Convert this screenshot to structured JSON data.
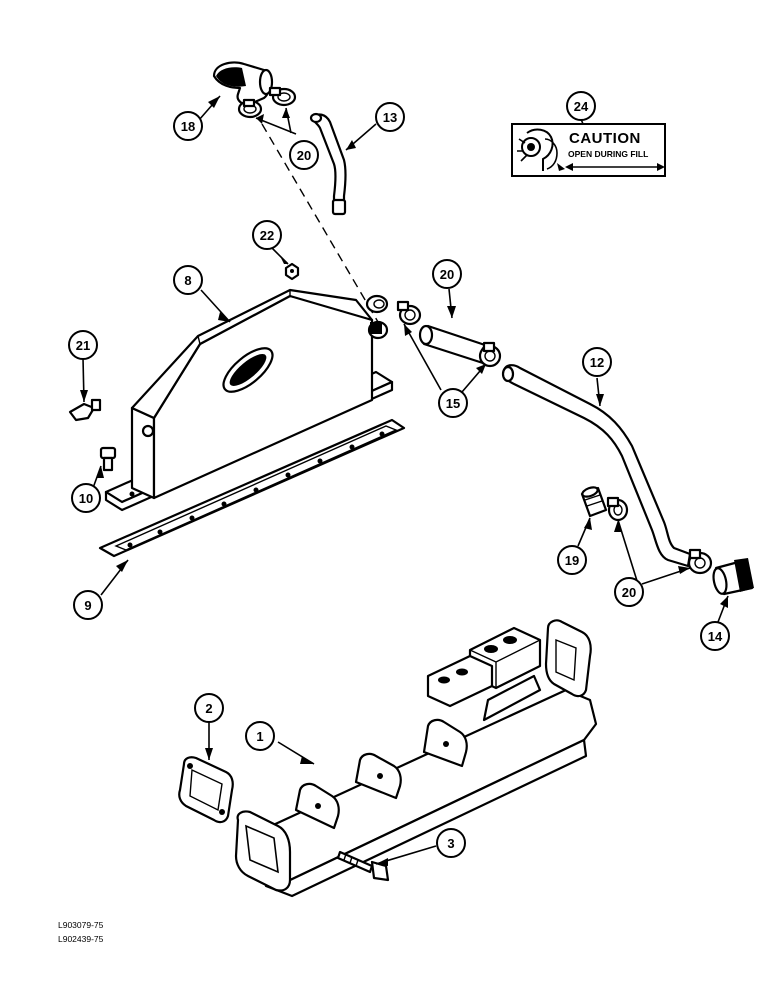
{
  "callouts": {
    "c1": "1",
    "c2": "2",
    "c3": "3",
    "c8": "8",
    "c9": "9",
    "c10": "10",
    "c12": "12",
    "c13": "13",
    "c14": "14",
    "c15": "15",
    "c18": "18",
    "c19": "19",
    "c20a": "20",
    "c20b": "20",
    "c20c": "20",
    "c21": "21",
    "c22": "22",
    "c24": "24"
  },
  "decal": {
    "title": "CAUTION",
    "subtitle": "OPEN DURING FILL"
  },
  "references": [
    "L903079-75",
    "L902439-75"
  ]
}
